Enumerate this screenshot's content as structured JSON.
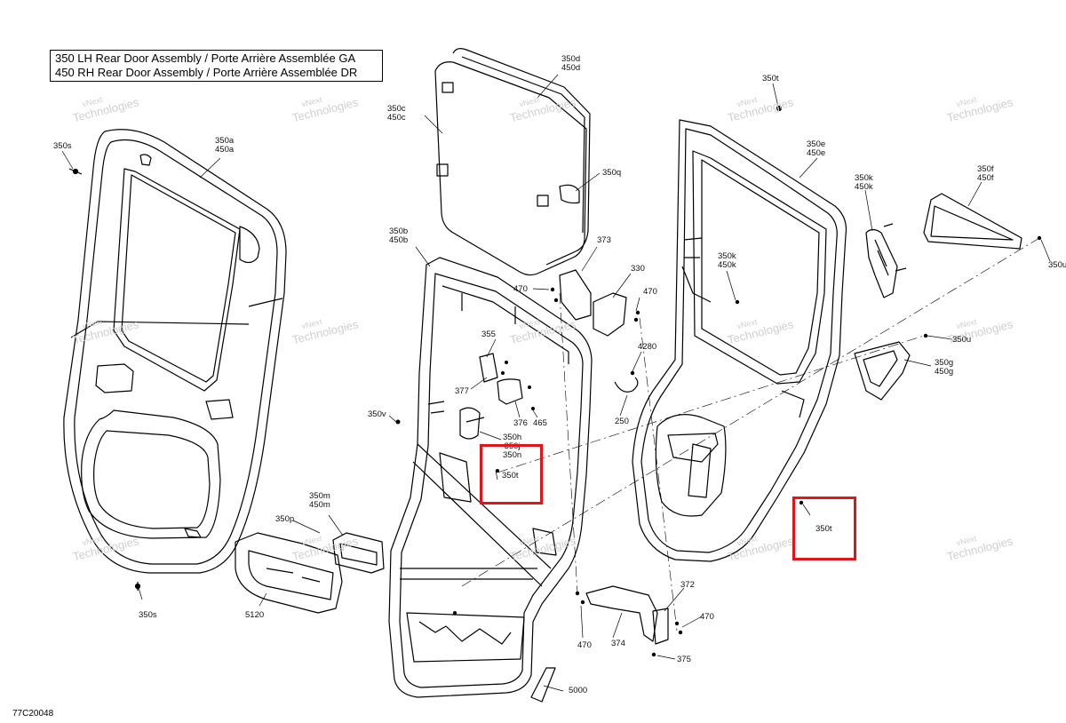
{
  "title": {
    "line1": "350 LH Rear Door Assembly / Porte Arrière Assemblée GA",
    "line2": "450 RH Rear Door Assembly / Porte Arrière Assemblée DR"
  },
  "doc_code": "77C20048",
  "watermark": {
    "line1": "vNext",
    "line2": "Technologies",
    "color": "#cfcfcf"
  },
  "highlight_color": "#e0161b",
  "labels": {
    "p350a": [
      "350a",
      "450a"
    ],
    "p350s_top": [
      "350s"
    ],
    "p350s_bottom": [
      "350s"
    ],
    "p350c": [
      "350c",
      "450c"
    ],
    "p350d": [
      "350d",
      "450d"
    ],
    "p350q": [
      "350q"
    ],
    "p350b": [
      "350b",
      "450b"
    ],
    "p373": [
      "373"
    ],
    "p330": [
      "330"
    ],
    "p470_a": [
      "470"
    ],
    "p470_b": [
      "470"
    ],
    "p470_c": [
      "470"
    ],
    "p470_d": [
      "470"
    ],
    "p355": [
      "355"
    ],
    "p377": [
      "377"
    ],
    "p376": [
      "376"
    ],
    "p465": [
      "465"
    ],
    "p4280": [
      "4280"
    ],
    "p250": [
      "250"
    ],
    "p350v": [
      "350v"
    ],
    "p350h": [
      "350h",
      "350j",
      "350n"
    ],
    "p350t_box": [
      "350t"
    ],
    "p350m": [
      "350m",
      "450m"
    ],
    "p350p": [
      "350p"
    ],
    "p5120": [
      "5120"
    ],
    "p372": [
      "372"
    ],
    "p374": [
      "374"
    ],
    "p375": [
      "375"
    ],
    "p5000": [
      "5000"
    ],
    "p350t_top": [
      "350t"
    ],
    "p350e": [
      "350e",
      "450e"
    ],
    "p350k_a": [
      "350k",
      "450k"
    ],
    "p350k_b": [
      "350k",
      "450k"
    ],
    "p350f": [
      "350f",
      "450f"
    ],
    "p350u_a": [
      "350u"
    ],
    "p350u_b": [
      "350u"
    ],
    "p350g": [
      "350g",
      "450g"
    ],
    "p350t_right": [
      "350t"
    ]
  }
}
